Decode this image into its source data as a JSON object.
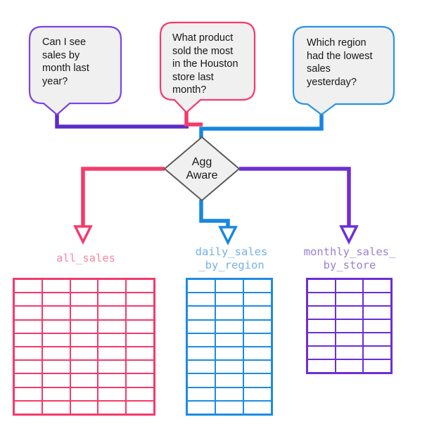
{
  "palette": {
    "purple_dark": "#5B2BC9",
    "purple": "#6C2ED7",
    "pink": "#F43A6C",
    "blue": "#1787E0",
    "gray_border": "#5A5A5A",
    "bubble_fill": "#F0F0F0",
    "white": "#FFFFFF"
  },
  "bubbles": [
    {
      "id": "sales-by-month",
      "lines": [
        "Can I see",
        "sales by",
        "month last",
        "year?"
      ],
      "border_color": "#7C44E0"
    },
    {
      "id": "product-most-houston",
      "lines": [
        "What product",
        "sold the most",
        "in the Houston",
        "store last",
        "month?"
      ],
      "border_color": "#F43A6C"
    },
    {
      "id": "region-lowest-sales",
      "lines": [
        "Which region",
        "had the lowest",
        "sales",
        "yesterday?"
      ],
      "border_color": "#2B93E5"
    }
  ],
  "decision": {
    "lines": [
      "Agg",
      "Aware"
    ]
  },
  "tables": [
    {
      "name": "all_sales",
      "label_lines": [
        "all_sales"
      ],
      "columns": 5,
      "rows": 10,
      "color": "#F43A6C",
      "label_color": "#FA84A4"
    },
    {
      "name": "daily_sales_by_region",
      "label_lines": [
        "daily_sales",
        "_by_region"
      ],
      "columns": 3,
      "rows": 10,
      "color": "#1D8CE2",
      "label_color": "#72B2E8"
    },
    {
      "name": "monthly_sales_by_store",
      "label_lines": [
        "monthly_sales_",
        "by_store"
      ],
      "columns": 3,
      "rows": 7,
      "color": "#6C2ED7",
      "label_color": "#9B7FD6"
    }
  ]
}
